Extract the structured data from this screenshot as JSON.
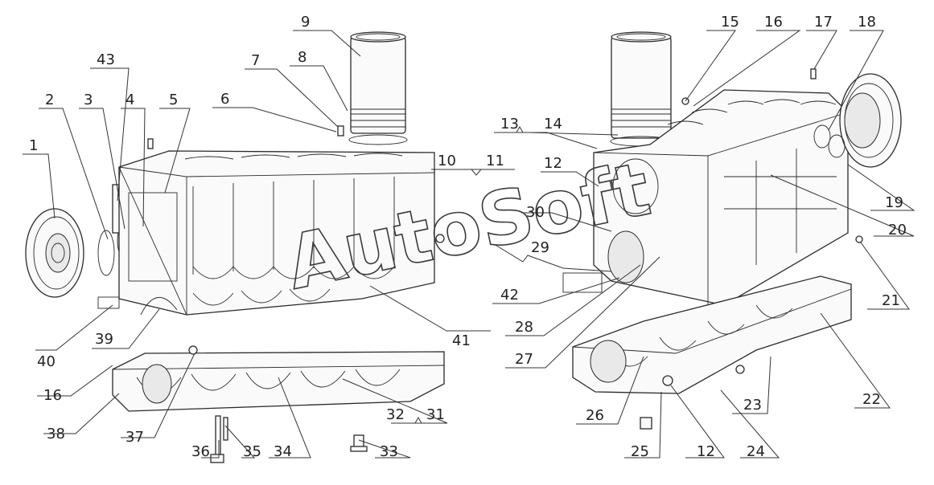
{
  "watermark": "AutoSoft",
  "callouts": [
    {
      "id": "c1",
      "text": "1"
    },
    {
      "id": "c2",
      "text": "2"
    },
    {
      "id": "c3",
      "text": "3"
    },
    {
      "id": "c43",
      "text": "43"
    },
    {
      "id": "c4",
      "text": "4"
    },
    {
      "id": "c5",
      "text": "5"
    },
    {
      "id": "c6",
      "text": "6"
    },
    {
      "id": "c7",
      "text": "7"
    },
    {
      "id": "c8",
      "text": "8"
    },
    {
      "id": "c9",
      "text": "9"
    },
    {
      "id": "c10",
      "text": "10"
    },
    {
      "id": "c11",
      "text": "11"
    },
    {
      "id": "c40",
      "text": "40"
    },
    {
      "id": "c39",
      "text": "39"
    },
    {
      "id": "c41",
      "text": "41"
    },
    {
      "id": "c16a",
      "text": "16"
    },
    {
      "id": "c38",
      "text": "38"
    },
    {
      "id": "c37",
      "text": "37"
    },
    {
      "id": "c34",
      "text": "34"
    },
    {
      "id": "c32",
      "text": "32"
    },
    {
      "id": "c31",
      "text": "31"
    },
    {
      "id": "c36",
      "text": "36"
    },
    {
      "id": "c35",
      "text": "35"
    },
    {
      "id": "c33",
      "text": "33"
    },
    {
      "id": "c15",
      "text": "15"
    },
    {
      "id": "c16b",
      "text": "16"
    },
    {
      "id": "c17",
      "text": "17"
    },
    {
      "id": "c18",
      "text": "18"
    },
    {
      "id": "c13",
      "text": "13"
    },
    {
      "id": "c14",
      "text": "14"
    },
    {
      "id": "c12a",
      "text": "12"
    },
    {
      "id": "c30",
      "text": "30"
    },
    {
      "id": "c29",
      "text": "29"
    },
    {
      "id": "c19",
      "text": "19"
    },
    {
      "id": "c20",
      "text": "20"
    },
    {
      "id": "c21",
      "text": "21"
    },
    {
      "id": "c42",
      "text": "42"
    },
    {
      "id": "c28",
      "text": "28"
    },
    {
      "id": "c27",
      "text": "27"
    },
    {
      "id": "c26",
      "text": "26"
    },
    {
      "id": "c25",
      "text": "25"
    },
    {
      "id": "c12b",
      "text": "12"
    },
    {
      "id": "c24",
      "text": "24"
    },
    {
      "id": "c23",
      "text": "23"
    },
    {
      "id": "c22",
      "text": "22"
    }
  ]
}
